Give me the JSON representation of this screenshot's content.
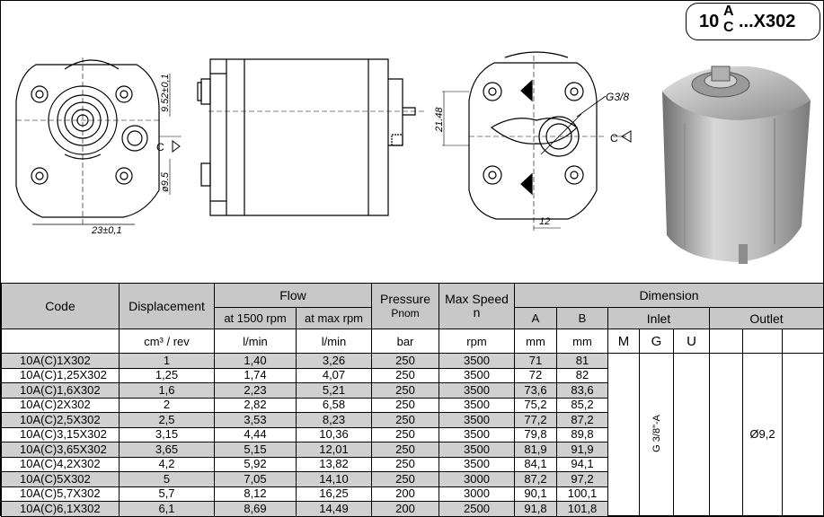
{
  "badge": {
    "prefix": "10",
    "sup": "A",
    "sub": "C",
    "suffix": "...X302"
  },
  "drawing_labels": {
    "dim_952": "9.52±0,1",
    "dim_c": "C",
    "dim_95": "ø9.5",
    "dim_23": "23±0,1",
    "dim_2148": "21.48",
    "dim_g38": "G3/8",
    "dim_12": "12"
  },
  "table": {
    "headers": {
      "code": "Code",
      "displacement": "Displacement",
      "flow": "Flow",
      "flow_1500": "at 1500 rpm",
      "flow_max": "at max rpm",
      "pressure": "Pressure",
      "pressure_sym": "Pnom",
      "max_speed": "Max Speed",
      "max_speed_sym": "n",
      "dimension": "Dimension",
      "a": "A",
      "b": "B",
      "inlet": "Inlet",
      "outlet": "Outlet"
    },
    "units": {
      "displacement": "cm³ / rev",
      "flow_1500": "l/min",
      "flow_max": "l/min",
      "pressure": "bar",
      "speed": "rpm",
      "a": "mm",
      "b": "mm",
      "m": "M",
      "g": "G",
      "u": "U"
    },
    "inlet_value": "G 3/8\"-A",
    "outlet_value": "Ø9,2",
    "rows": [
      {
        "code": "10A(C)1X302",
        "disp": "1",
        "f1500": "1,40",
        "fmax": "3,26",
        "p": "250",
        "n": "3500",
        "a": "71",
        "b": "81"
      },
      {
        "code": "10A(C)1,25X302",
        "disp": "1,25",
        "f1500": "1,74",
        "fmax": "4,07",
        "p": "250",
        "n": "3500",
        "a": "72",
        "b": "82"
      },
      {
        "code": "10A(C)1,6X302",
        "disp": "1,6",
        "f1500": "2,23",
        "fmax": "5,21",
        "p": "250",
        "n": "3500",
        "a": "73,6",
        "b": "83,6"
      },
      {
        "code": "10A(C)2X302",
        "disp": "2",
        "f1500": "2,82",
        "fmax": "6,58",
        "p": "250",
        "n": "3500",
        "a": "75,2",
        "b": "85,2"
      },
      {
        "code": "10A(C)2,5X302",
        "disp": "2,5",
        "f1500": "3,53",
        "fmax": "8,23",
        "p": "250",
        "n": "3500",
        "a": "77,2",
        "b": "87,2"
      },
      {
        "code": "10A(C)3,15X302",
        "disp": "3,15",
        "f1500": "4,44",
        "fmax": "10,36",
        "p": "250",
        "n": "3500",
        "a": "79,8",
        "b": "89,8"
      },
      {
        "code": "10A(C)3,65X302",
        "disp": "3,65",
        "f1500": "5,15",
        "fmax": "12,01",
        "p": "250",
        "n": "3500",
        "a": "81,9",
        "b": "91,9"
      },
      {
        "code": "10A(C)4,2X302",
        "disp": "4,2",
        "f1500": "5,92",
        "fmax": "13,82",
        "p": "250",
        "n": "3500",
        "a": "84,1",
        "b": "94,1"
      },
      {
        "code": "10A(C)5X302",
        "disp": "5",
        "f1500": "7,05",
        "fmax": "14,10",
        "p": "250",
        "n": "3000",
        "a": "87,2",
        "b": "97,2"
      },
      {
        "code": "10A(C)5,7X302",
        "disp": "5,7",
        "f1500": "8,12",
        "fmax": "16,25",
        "p": "200",
        "n": "3000",
        "a": "90,1",
        "b": "100,1"
      },
      {
        "code": "10A(C)6,1X302",
        "disp": "6,1",
        "f1500": "8,69",
        "fmax": "14,49",
        "p": "200",
        "n": "2500",
        "a": "91,8",
        "b": "101,8"
      }
    ]
  }
}
